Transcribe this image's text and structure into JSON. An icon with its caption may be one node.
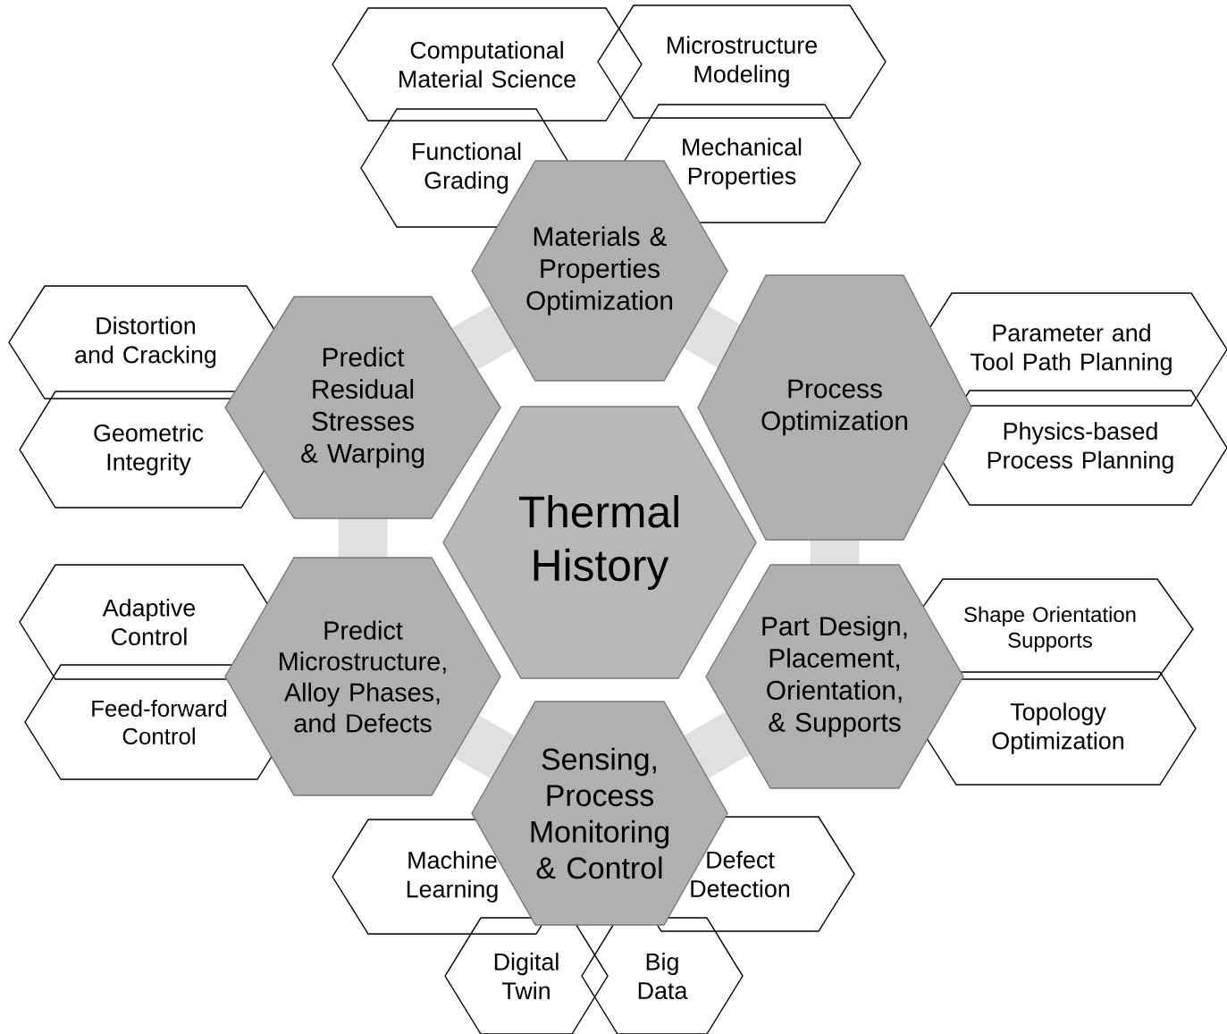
{
  "diagram": {
    "nodes": [
      {
        "text": [
          "Computational Material Science"
        ]
      },
      {
        "text": [
          "Microstructure Modeling"
        ]
      },
      {
        "text": [
          "Functional Grading"
        ]
      },
      {
        "text": [
          "Mechanical Properties"
        ]
      },
      {
        "text": [
          "Materials & Properties Optimization"
        ]
      },
      {
        "text": [
          "Distortion and Cracking"
        ]
      },
      {
        "text": [
          "Parameter and Tool Path Planning"
        ]
      },
      {
        "text": [
          "Predict Residual Stresses & Warping"
        ]
      },
      {
        "text": [
          "Process Optimization"
        ]
      },
      {
        "text": [
          "Geometric Integrity"
        ]
      },
      {
        "text": [
          "Physics-based Process Planning"
        ]
      },
      {
        "text": [
          "Thermal History"
        ]
      },
      {
        "text": [
          "Adaptive Control"
        ]
      },
      {
        "text": [
          "Predict Microstructure, Alloy Phases, and Defects"
        ]
      },
      {
        "text": [
          "Shape Orientation Supports"
        ]
      },
      {
        "text": [
          "Part Design, Placement, Orientation, & Supports"
        ]
      },
      {
        "text": [
          "Feed-forward Control"
        ]
      },
      {
        "text": [
          "Topology Optimization"
        ]
      },
      {
        "text": [
          "Sensing, Process Monitoring & Control"
        ]
      },
      {
        "text": [
          "Machine Learning"
        ]
      },
      {
        "text": [
          "Defect Detection"
        ]
      },
      {
        "text": [
          "Digital Twin"
        ]
      },
      {
        "text": [
          "Big Data"
        ]
      }
    ]
  }
}
